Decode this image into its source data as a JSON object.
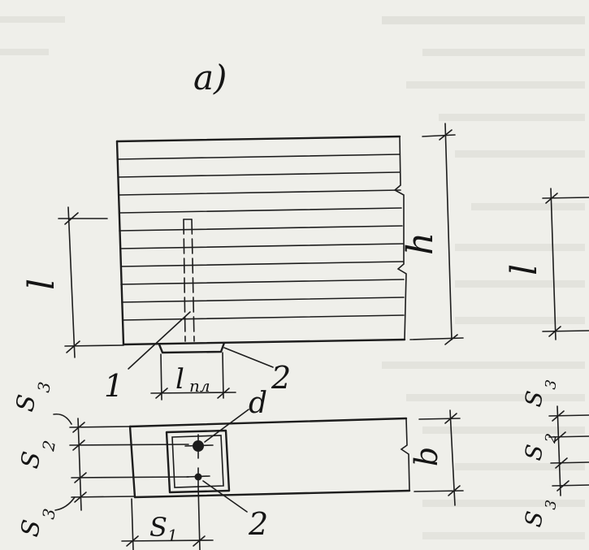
{
  "figure": {
    "panel_label": "a)",
    "labels": {
      "height": "h",
      "length_left": "l",
      "length_right": "l",
      "plate_length_main": "l",
      "plate_length_sub": "пл",
      "callout_1": "1",
      "callout_2_top": "2",
      "callout_2_bottom": "2",
      "diameter": "d",
      "width": "b",
      "s1_main": "S",
      "s1_sub": "1",
      "s2_main": "S",
      "s2_sub": "2",
      "s3_top_main": "S",
      "s3_top_sub": "3",
      "s3_bottom_main": "S",
      "s3_bottom_sub": "3",
      "right_s3_top_main": "S",
      "right_s3_top_sub": "3",
      "right_s2_main": "S",
      "right_s2_sub": "2",
      "right_s3_bottom_main": "S",
      "right_s3_bottom_sub": "3"
    }
  },
  "colors": {
    "ink": "#1d1d1d",
    "paper": "#efefea"
  }
}
